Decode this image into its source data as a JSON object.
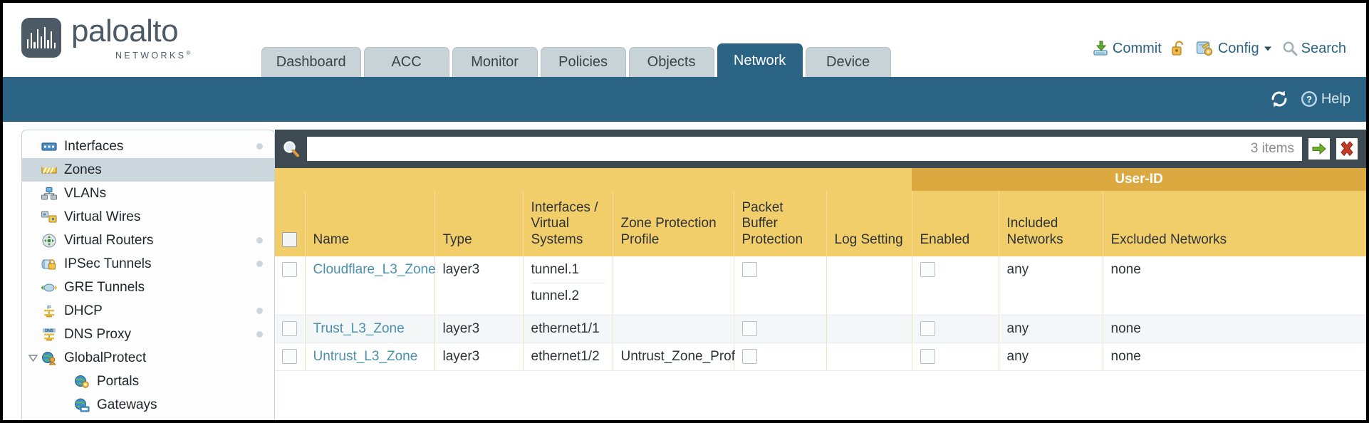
{
  "brand": {
    "name": "paloalto",
    "tagline": "NETWORKS",
    "registered": "®"
  },
  "nav": {
    "tabs": [
      {
        "label": "Dashboard",
        "active": false
      },
      {
        "label": "ACC",
        "active": false
      },
      {
        "label": "Monitor",
        "active": false
      },
      {
        "label": "Policies",
        "active": false
      },
      {
        "label": "Objects",
        "active": false
      },
      {
        "label": "Network",
        "active": true
      },
      {
        "label": "Device",
        "active": false
      }
    ]
  },
  "actions": {
    "commit": "Commit",
    "config": "Config",
    "search": "Search"
  },
  "banner": {
    "help": "Help"
  },
  "sidebar": {
    "items": [
      {
        "label": "Interfaces",
        "icon": "interfaces-icon",
        "selected": false,
        "child": false,
        "caret": false,
        "dot": true
      },
      {
        "label": "Zones",
        "icon": "zones-icon",
        "selected": true,
        "child": false,
        "caret": false,
        "dot": true
      },
      {
        "label": "VLANs",
        "icon": "vlans-icon",
        "selected": false,
        "child": false,
        "caret": false,
        "dot": false
      },
      {
        "label": "Virtual Wires",
        "icon": "virtual-wires-icon",
        "selected": false,
        "child": false,
        "caret": false,
        "dot": false
      },
      {
        "label": "Virtual Routers",
        "icon": "virtual-routers-icon",
        "selected": false,
        "child": false,
        "caret": false,
        "dot": true
      },
      {
        "label": "IPSec Tunnels",
        "icon": "ipsec-tunnels-icon",
        "selected": false,
        "child": false,
        "caret": false,
        "dot": true
      },
      {
        "label": "GRE Tunnels",
        "icon": "gre-tunnels-icon",
        "selected": false,
        "child": false,
        "caret": false,
        "dot": false
      },
      {
        "label": "DHCP",
        "icon": "dhcp-icon",
        "selected": false,
        "child": false,
        "caret": false,
        "dot": true
      },
      {
        "label": "DNS Proxy",
        "icon": "dns-proxy-icon",
        "selected": false,
        "child": false,
        "caret": false,
        "dot": true
      },
      {
        "label": "GlobalProtect",
        "icon": "globalprotect-icon",
        "selected": false,
        "child": false,
        "caret": true,
        "dot": false
      },
      {
        "label": "Portals",
        "icon": "portals-icon",
        "selected": false,
        "child": true,
        "caret": false,
        "dot": false
      },
      {
        "label": "Gateways",
        "icon": "gateways-icon",
        "selected": false,
        "child": true,
        "caret": false,
        "dot": false
      }
    ]
  },
  "search": {
    "value": "",
    "placeholder": "",
    "items_count": "3 items",
    "apply_title": "Apply Filter",
    "clear_title": "Clear Filter"
  },
  "table": {
    "group_header": "User-ID",
    "columns": [
      "Name",
      "Type",
      "Interfaces / Virtual Systems",
      "Zone Protection Profile",
      "Packet Buffer Protection",
      "Log Setting",
      "Enabled",
      "Included Networks",
      "Excluded Networks"
    ],
    "rows": [
      {
        "selected": false,
        "name": "Cloudflare_L3_Zone",
        "type": "layer3",
        "interfaces": [
          "tunnel.1",
          "tunnel.2"
        ],
        "zone_protection_profile": "",
        "packet_buffer_protection": false,
        "log_setting": "",
        "userid_enabled": false,
        "included_networks": "any",
        "excluded_networks": "none"
      },
      {
        "selected": false,
        "name": "Trust_L3_Zone",
        "type": "layer3",
        "interfaces": [
          "ethernet1/1"
        ],
        "zone_protection_profile": "",
        "packet_buffer_protection": false,
        "log_setting": "",
        "userid_enabled": false,
        "included_networks": "any",
        "excluded_networks": "none"
      },
      {
        "selected": false,
        "name": "Untrust_L3_Zone",
        "type": "layer3",
        "interfaces": [
          "ethernet1/2"
        ],
        "zone_protection_profile": "Untrust_Zone_Prof",
        "packet_buffer_protection": false,
        "log_setting": "",
        "userid_enabled": false,
        "included_networks": "any",
        "excluded_networks": "none"
      }
    ]
  },
  "colors": {
    "banner_blue": "#2a6384",
    "tab_inactive": "#c7d3d6",
    "panel_dark": "#3e4a52",
    "header_gold": "#f2ce6b",
    "group_gold": "#dba93f",
    "link_blue": "#4a90ad"
  }
}
